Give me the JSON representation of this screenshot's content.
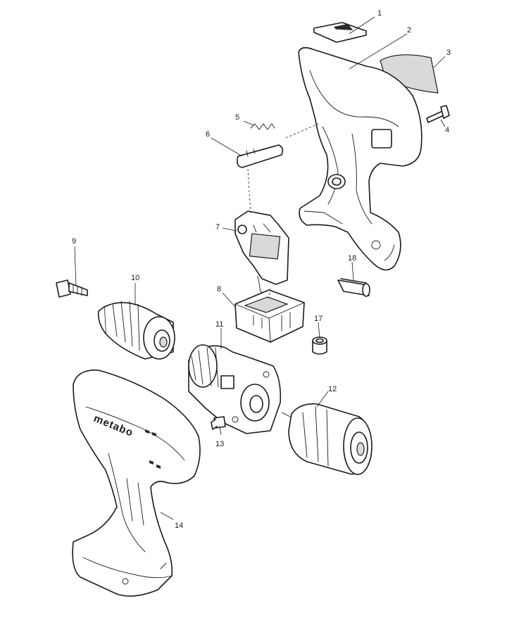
{
  "diagram": {
    "brand_text": "metabo",
    "callouts": [
      "1",
      "2",
      "3",
      "4",
      "5",
      "6",
      "7",
      "8",
      "9",
      "10",
      "11",
      "12",
      "13",
      "14",
      "17",
      "18"
    ]
  }
}
